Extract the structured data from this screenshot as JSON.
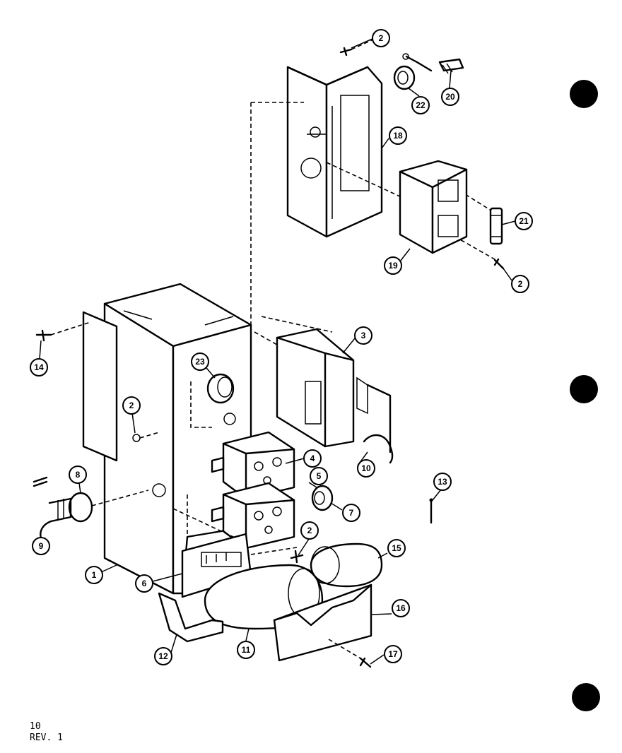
{
  "footer": {
    "page": "10",
    "revision": "REV. 1"
  },
  "callouts": [
    {
      "id": "c2a",
      "label": "2"
    },
    {
      "id": "c22",
      "label": "22"
    },
    {
      "id": "c20",
      "label": "20"
    },
    {
      "id": "c18",
      "label": "18"
    },
    {
      "id": "c21",
      "label": "21"
    },
    {
      "id": "c19",
      "label": "19"
    },
    {
      "id": "c2b",
      "label": "2"
    },
    {
      "id": "c3",
      "label": "3"
    },
    {
      "id": "c14",
      "label": "14"
    },
    {
      "id": "c23",
      "label": "23"
    },
    {
      "id": "c2c",
      "label": "2"
    },
    {
      "id": "c4",
      "label": "4"
    },
    {
      "id": "c10",
      "label": "10"
    },
    {
      "id": "c13",
      "label": "13"
    },
    {
      "id": "c8",
      "label": "8"
    },
    {
      "id": "c5",
      "label": "5"
    },
    {
      "id": "c7",
      "label": "7"
    },
    {
      "id": "c9",
      "label": "9"
    },
    {
      "id": "c2d",
      "label": "2"
    },
    {
      "id": "c15",
      "label": "15"
    },
    {
      "id": "c1",
      "label": "1"
    },
    {
      "id": "c6",
      "label": "6"
    },
    {
      "id": "c16",
      "label": "16"
    },
    {
      "id": "c12",
      "label": "12"
    },
    {
      "id": "c11",
      "label": "11"
    },
    {
      "id": "c17",
      "label": "17"
    }
  ]
}
